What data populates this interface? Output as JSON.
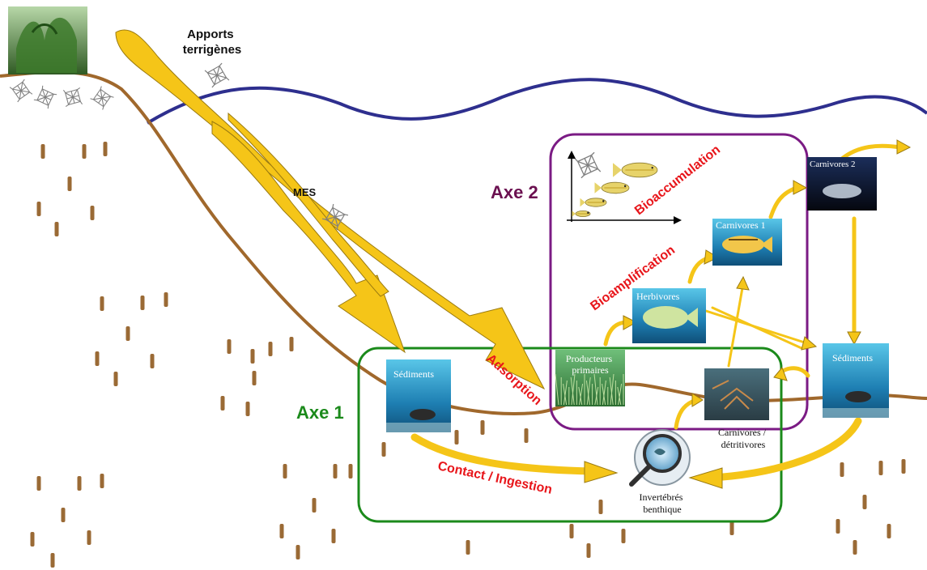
{
  "labels": {
    "apports_1": "Apports",
    "apports_2": "terrigènes",
    "mes": "MES",
    "axe1": "Axe 1",
    "axe2": "Axe 2",
    "adsorption": "Adsorption",
    "contact": "Contact / Ingestion",
    "bioaccumulation": "Bioaccumulation",
    "bioamplification": "Bioamplification",
    "sediments_left": "Sédiments",
    "sediments_right": "Sédiments",
    "producteurs_1": "Producteurs",
    "producteurs_2": "primaires",
    "herbivores": "Herbivores",
    "carnivores1": "Carnivores 1",
    "carnivores2": "Carnivores 2",
    "carnivores_det_1": "Carnivores /",
    "carnivores_det_2": "détritivores",
    "invertebres_1": "Invertébrés",
    "invertebres_2": "benthique"
  },
  "colors": {
    "axe1": "#1b8a1b",
    "axe2": "#7b1b84",
    "axe2_label": "#6b1050",
    "ground": "#a0682c",
    "water": "#2e2f8e",
    "arrow": "#f5c518",
    "arrow_stroke": "#9a7a10",
    "red_label": "#e8161b",
    "post": "#9a6a35"
  },
  "icons": {
    "molecule": "molecule-icon",
    "fish": "fish-icon",
    "magnifier": "magnifier-icon",
    "plant": "plant-icon"
  }
}
